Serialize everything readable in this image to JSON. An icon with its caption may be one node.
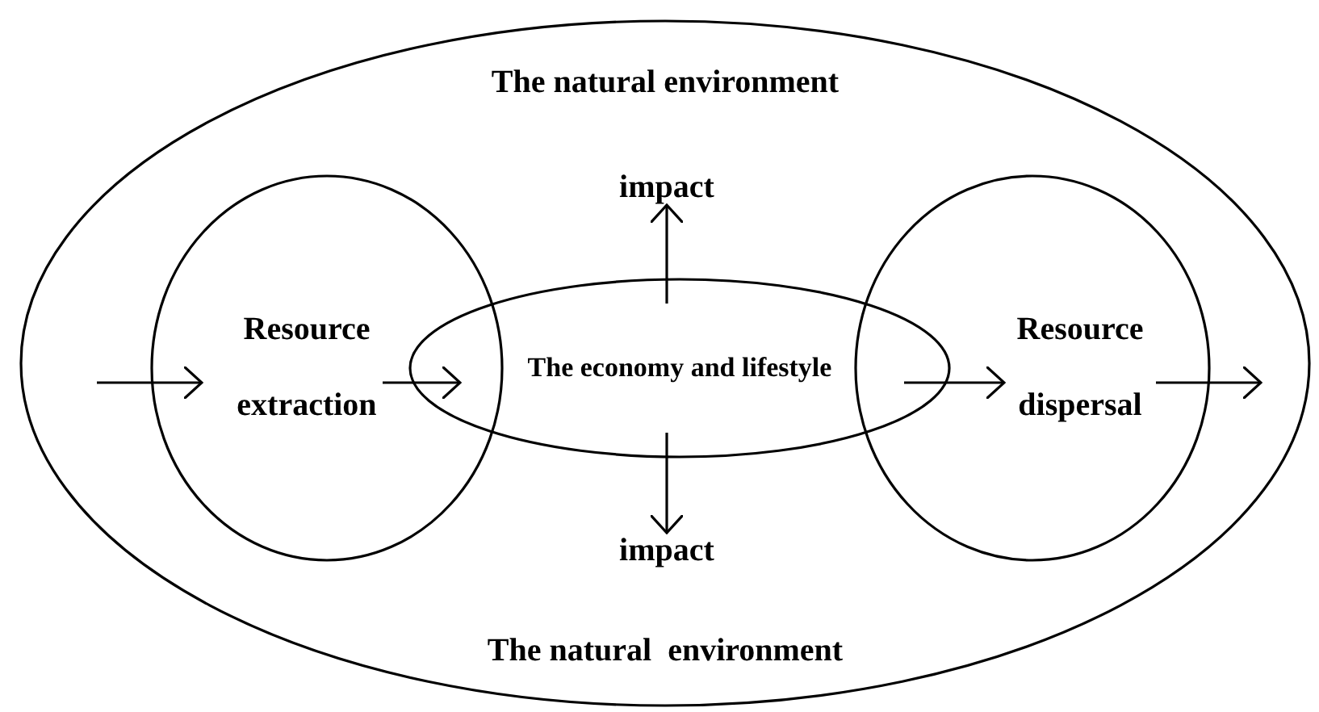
{
  "diagram": {
    "nodes": [
      {
        "text": [
          "The natural environment",
          "The natural  environment"
        ]
      },
      {
        "text": [
          "Resource extraction"
        ],
        "in": 0
      },
      {
        "text": [
          "The economy and lifestyle"
        ],
        "in": 0
      },
      {
        "text": [
          "Resource dispersal"
        ],
        "in": 0
      },
      {
        "text": [
          "impact"
        ],
        "in": 0
      },
      {
        "text": [
          "impact"
        ],
        "in": 0
      }
    ],
    "edges": [
      {
        "from": null,
        "to": 1,
        "arrow": "to"
      },
      {
        "from": 1,
        "to": 2,
        "arrow": "to"
      },
      {
        "from": 2,
        "to": 3,
        "arrow": "to"
      },
      {
        "from": 3,
        "to": null,
        "arrow": "to"
      },
      {
        "from": 2,
        "to": 4,
        "arrow": "to"
      },
      {
        "from": 2,
        "to": 5,
        "arrow": "to"
      }
    ]
  }
}
